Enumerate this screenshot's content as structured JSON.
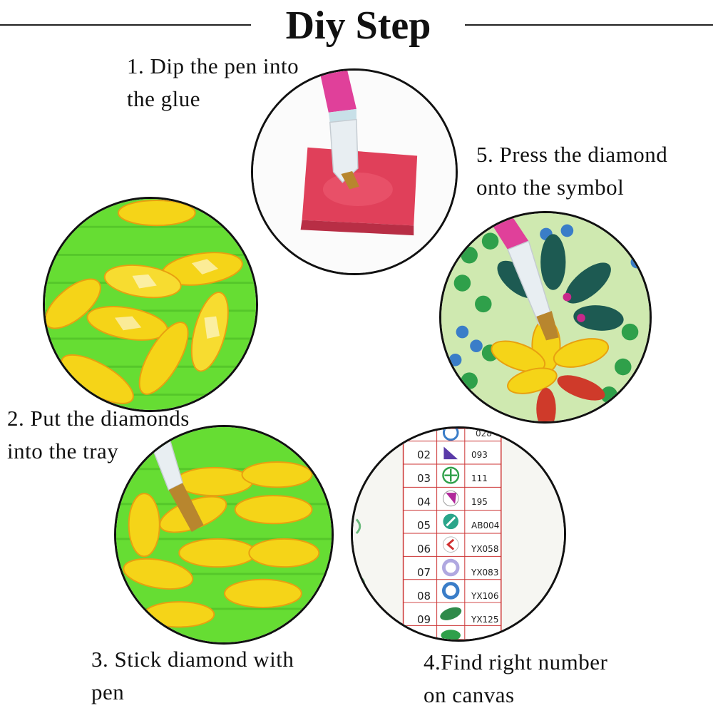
{
  "title": "Diy Step",
  "steps": {
    "step1": "1. Dip the pen into\nthe glue",
    "step2": "2. Put the diamonds\ninto the tray",
    "step3": "3. Stick diamond with\n pen",
    "step4": "4.Find right number\non canvas",
    "step5": "5. Press the diamond\nonto the symbol"
  },
  "legend": {
    "top_partial": "028",
    "rows": [
      {
        "num": "02",
        "code": "093"
      },
      {
        "num": "03",
        "code": "111"
      },
      {
        "num": "04",
        "code": "195"
      },
      {
        "num": "05",
        "code": "AB004"
      },
      {
        "num": "06",
        "code": "YX058"
      },
      {
        "num": "07",
        "code": "YX083"
      },
      {
        "num": "08",
        "code": "YX106"
      },
      {
        "num": "09",
        "code": "YX125"
      }
    ]
  },
  "colors": {
    "glue": "#e0405a",
    "pen_pink": "#e0409a",
    "tray_green": "#66dd33",
    "diamond_yellow": "#f5d418",
    "diamond_orange": "#e8a010",
    "canvas_green": "#2fa04a"
  }
}
